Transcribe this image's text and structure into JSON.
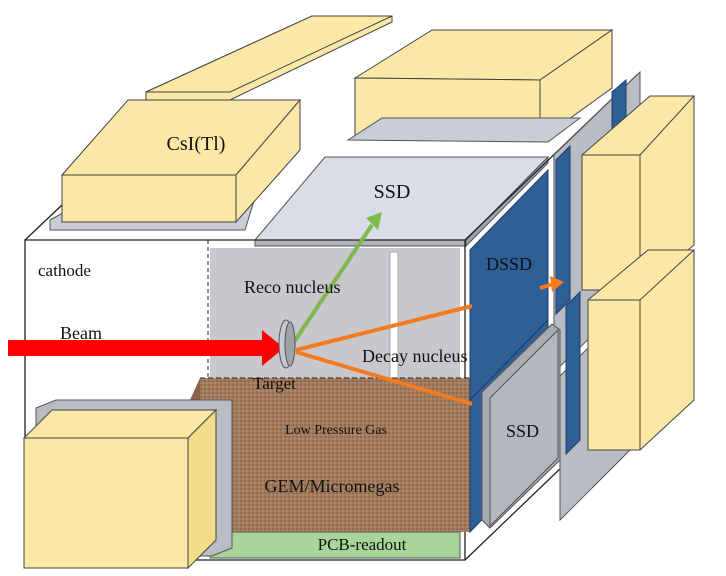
{
  "labels": {
    "csi": "CsI(Tl)",
    "ssd_top": "SSD",
    "cathode": "cathode",
    "reco_nucleus": "Reco nucleus",
    "dssd": "DSSD",
    "beam": "Beam",
    "decay_nucleus": "Decay nucleus",
    "target": "Target",
    "low_pressure_gas": "Low Pressure Gas",
    "ssd_side": "SSD",
    "gem_micromegas": "GEM/Micromegas",
    "pcb_readout": "PCB-readout"
  },
  "colors": {
    "csi_fill": "#fbe8a6",
    "ssd_fill": "#d9dde6",
    "dssd_fill": "#2e5f96",
    "gas_fill": "#a17a5c",
    "pcb_fill": "#a8d69a",
    "beam": "#ff0000",
    "reco_track": "#7fb94e",
    "decay_track": "#f47b20"
  }
}
